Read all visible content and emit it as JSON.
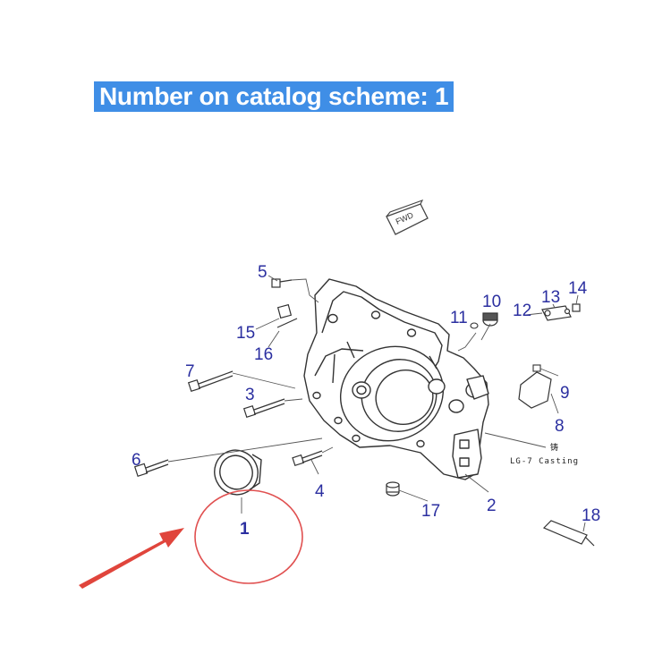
{
  "header": {
    "title": "Number on catalog scheme: 1"
  },
  "diagram": {
    "callouts": {
      "c1": "1",
      "c2": "2",
      "c3": "3",
      "c4": "4",
      "c5": "5",
      "c6": "6",
      "c7": "7",
      "c8": "8",
      "c9": "9",
      "c10": "10",
      "c11": "11",
      "c12": "12",
      "c13": "13",
      "c14": "14",
      "c15": "15",
      "c16": "16",
      "c17": "17",
      "c18": "18"
    },
    "notes": {
      "casting_label": "LG-7 Casting",
      "casting_mark": "铸",
      "fwd_label": "FWD"
    },
    "colors": {
      "banner": "#3f8ee6",
      "callout": "#2b2fa0",
      "highlight": "#e05050",
      "arrow": "#e0453c"
    }
  }
}
